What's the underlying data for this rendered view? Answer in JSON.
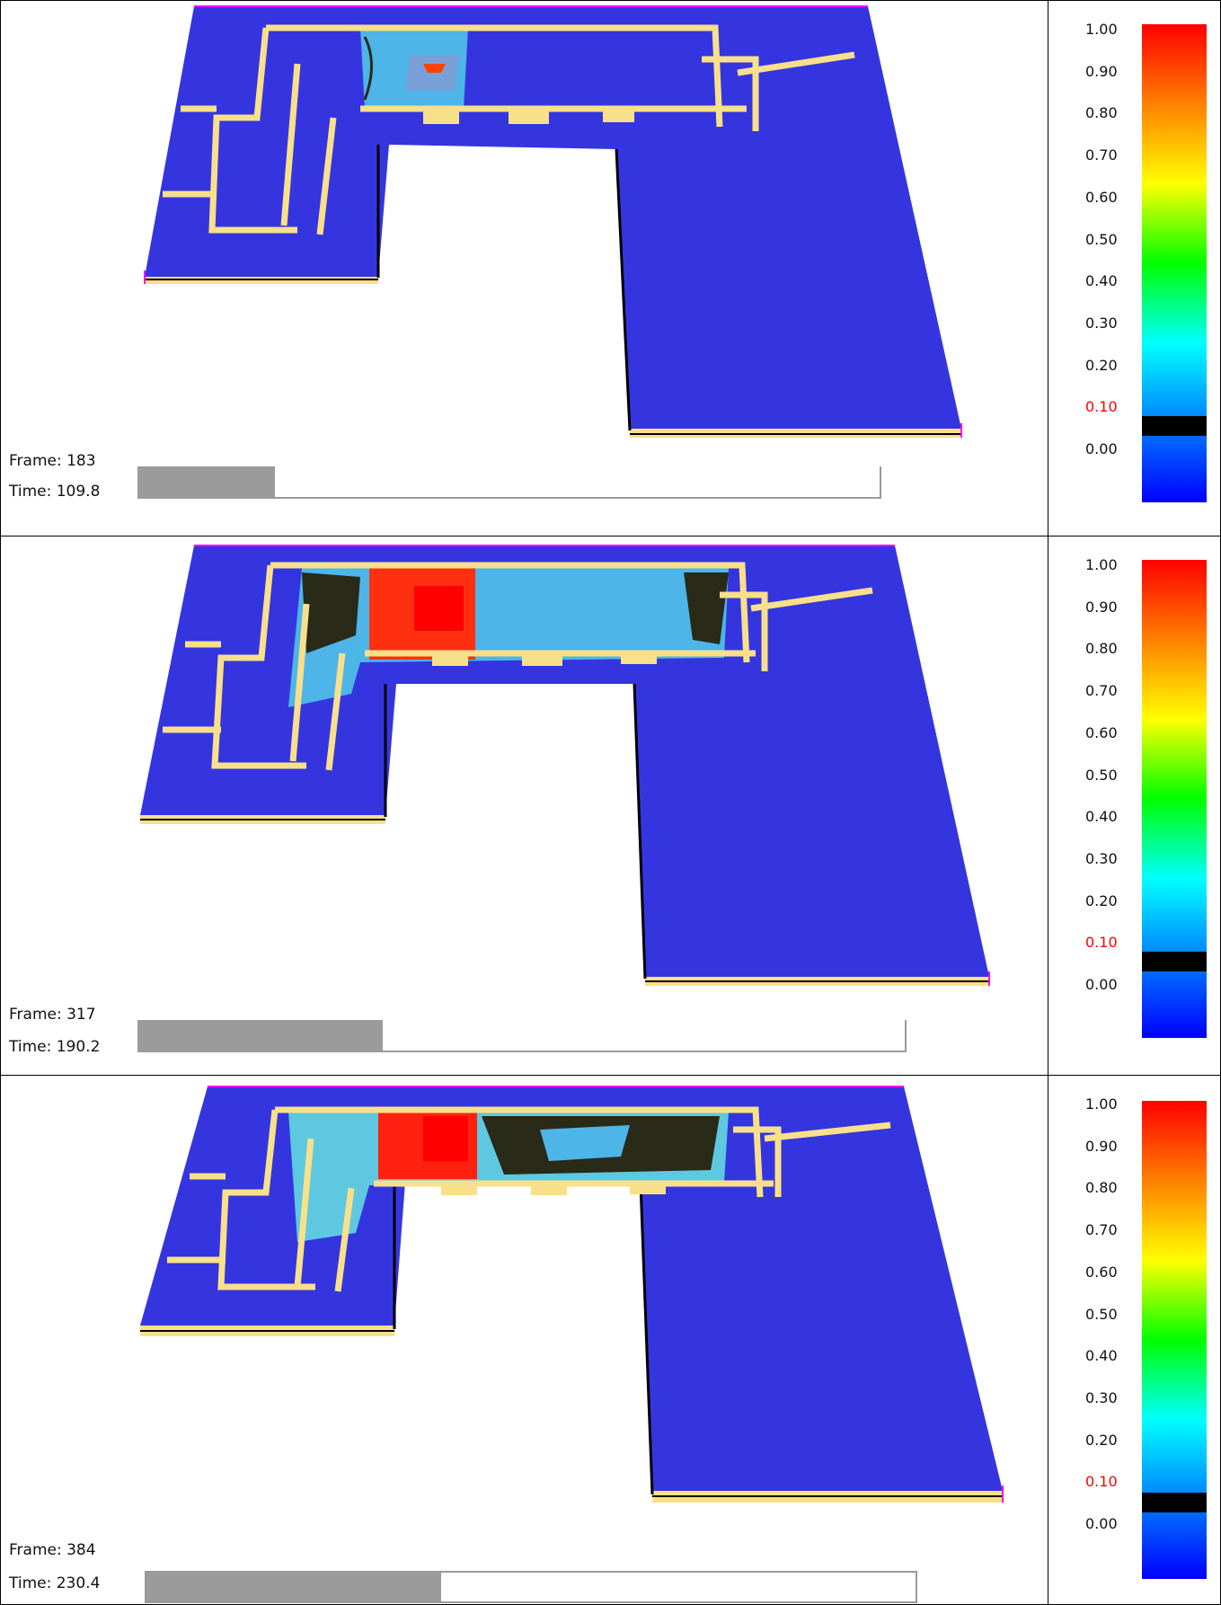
{
  "panels": [
    {
      "frame_label": "Frame: 183",
      "time_label": "Time: 109.8",
      "progress": 0.185
    },
    {
      "frame_label": "Frame: 317",
      "time_label": "Time: 190.2",
      "progress": 0.32
    },
    {
      "frame_label": "Frame: 384",
      "time_label": "Time: 230.4",
      "progress": 0.385
    }
  ],
  "legend": {
    "ticks": [
      "1.00",
      "0.90",
      "0.80",
      "0.70",
      "0.60",
      "0.50",
      "0.40",
      "0.30",
      "0.20",
      "0.10",
      "0.00"
    ],
    "highlight_tick": "0.10",
    "highlight_color": "#ff0000",
    "gradient_colors": [
      "#ff0000",
      "#ff8000",
      "#ffff00",
      "#00ff00",
      "#00ffff",
      "#0080ff",
      "#0000ff"
    ],
    "cutoff_band_color": "#000000"
  },
  "colors": {
    "floor": "#3535e0",
    "walls": "#f8e08a",
    "edge_pink": "#ff00ff",
    "fire": "#ff1a1a",
    "smoke_dark": "#2a2a18",
    "smoke_light": "#4db5e8"
  }
}
